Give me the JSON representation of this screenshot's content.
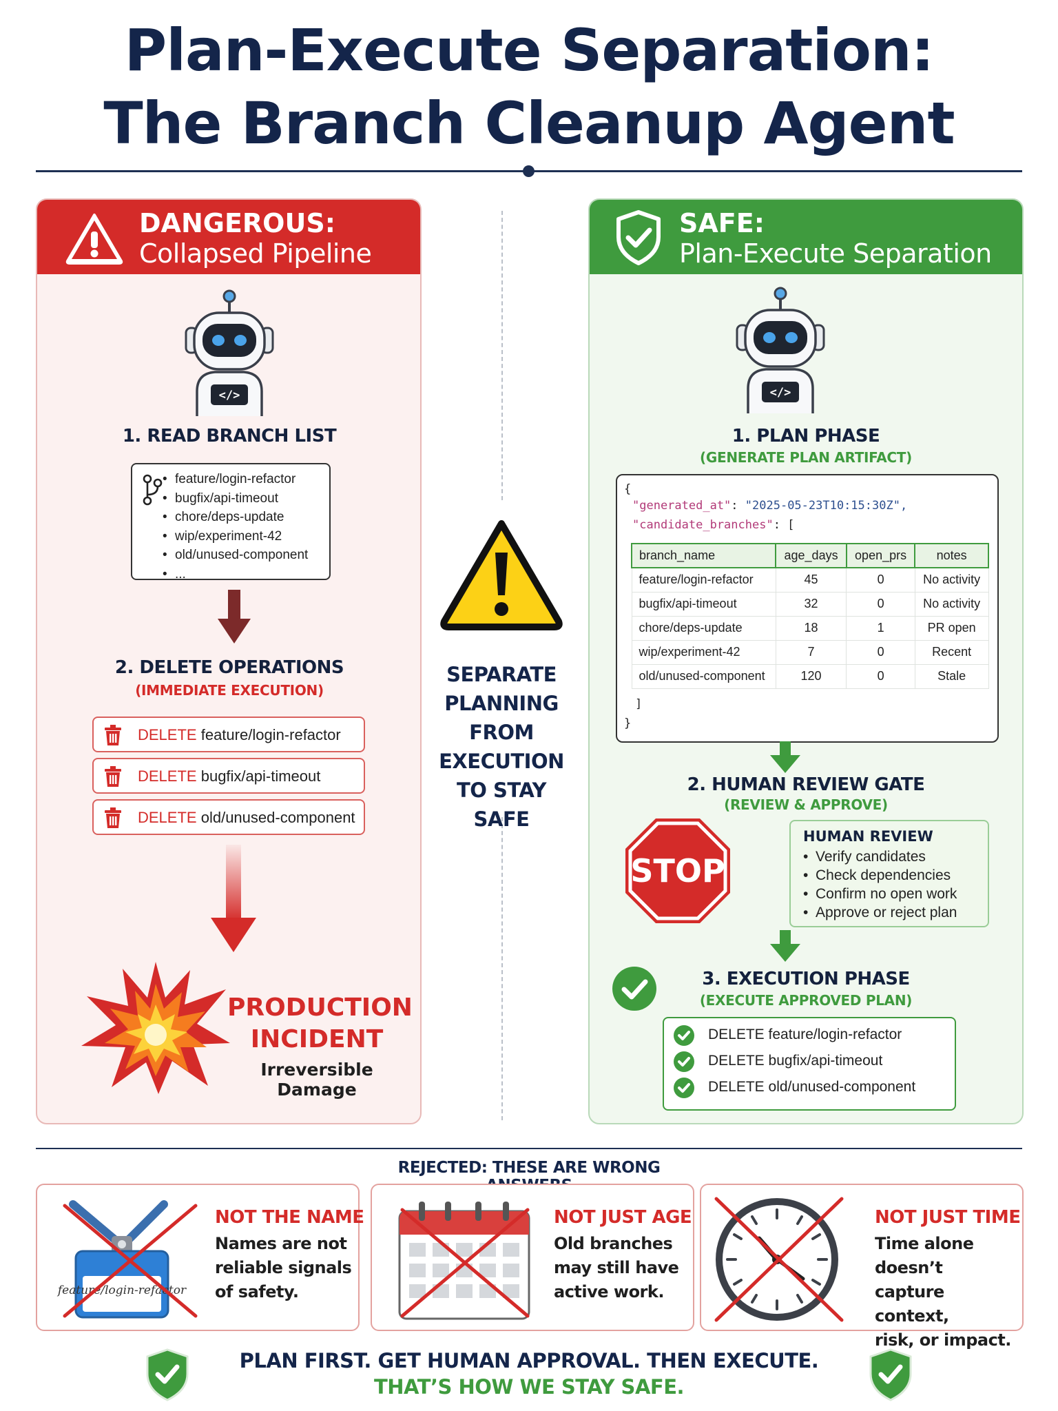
{
  "title": {
    "line1": "Plan-Execute Separation:",
    "line2": "The Branch Cleanup Agent"
  },
  "colors": {
    "danger": "#d42b29",
    "safe": "#3f9b3e",
    "navy": "#14254a"
  },
  "dangerous": {
    "header_line1": "DANGEROUS:",
    "header_line2": "Collapsed Pipeline",
    "step1_title": "1. READ BRANCH LIST",
    "branches": [
      "feature/login-refactor",
      "bugfix/api-timeout",
      "chore/deps-update",
      "wip/experiment-42",
      "old/unused-component",
      "..."
    ],
    "step2_title": "2. DELETE OPERATIONS",
    "step2_sub": "(IMMEDIATE EXECUTION)",
    "delete_keyword": "DELETE",
    "deletes": [
      "feature/login-refactor",
      "bugfix/api-timeout",
      "old/unused-component"
    ],
    "incident_line1": "PRODUCTION",
    "incident_line2": "INCIDENT",
    "incident_sub": "Irreversible Damage"
  },
  "middle": {
    "lines": [
      "SEPARATE",
      "PLANNING",
      "FROM",
      "EXECUTION",
      "TO STAY SAFE"
    ]
  },
  "safe": {
    "header_line1": "SAFE:",
    "header_line2": "Plan-Execute Separation",
    "step1_title": "1. PLAN PHASE",
    "step1_sub": "(GENERATE PLAN ARTIFACT)",
    "json_open": "{",
    "json_generated_key": "\"generated_at\"",
    "json_generated_val": "\"2025-05-23T10:15:30Z\",",
    "json_candidates_key": "\"candidate_branches\"",
    "json_candidates_tail": ": [",
    "json_close_bracket": "]",
    "json_close_brace": "}",
    "table_headers": [
      "branch_name",
      "age_days",
      "open_prs",
      "notes"
    ],
    "table_rows": [
      [
        "feature/login-refactor",
        "45",
        "0",
        "No activity"
      ],
      [
        "bugfix/api-timeout",
        "32",
        "0",
        "No activity"
      ],
      [
        "chore/deps-update",
        "18",
        "1",
        "PR open"
      ],
      [
        "wip/experiment-42",
        "7",
        "0",
        "Recent"
      ],
      [
        "old/unused-component",
        "120",
        "0",
        "Stale"
      ]
    ],
    "step2_title": "2. HUMAN REVIEW GATE",
    "step2_sub": "(REVIEW & APPROVE)",
    "stop_text": "STOP",
    "review_title": "HUMAN REVIEW",
    "review_items": [
      "Verify candidates",
      "Check dependencies",
      "Confirm no open work",
      "Approve or reject plan"
    ],
    "step3_title": "3. EXECUTION PHASE",
    "step3_sub": "(EXECUTE APPROVED PLAN)",
    "exec_items": [
      "DELETE feature/login-refactor",
      "DELETE bugfix/api-timeout",
      "DELETE old/unused-component"
    ]
  },
  "rejected": {
    "label": "REJECTED: THESE ARE WRONG ANSWERS",
    "cards": [
      {
        "title": "NOT THE NAME",
        "body": [
          "Names are not",
          "reliable signals",
          "of safety."
        ],
        "icon": "name-badge-icon",
        "badge_text": "feature/login-refactor"
      },
      {
        "title": "NOT JUST AGE",
        "body": [
          "Old branches",
          "may still have",
          "active work."
        ],
        "icon": "calendar-icon"
      },
      {
        "title": "NOT JUST TIME",
        "body": [
          "Time alone doesn’t",
          "capture context,",
          "risk, or impact."
        ],
        "icon": "clock-icon"
      }
    ]
  },
  "footer": {
    "line1": "PLAN FIRST. GET HUMAN APPROVAL. THEN EXECUTE.",
    "line2": "THAT’S HOW WE STAY SAFE."
  }
}
